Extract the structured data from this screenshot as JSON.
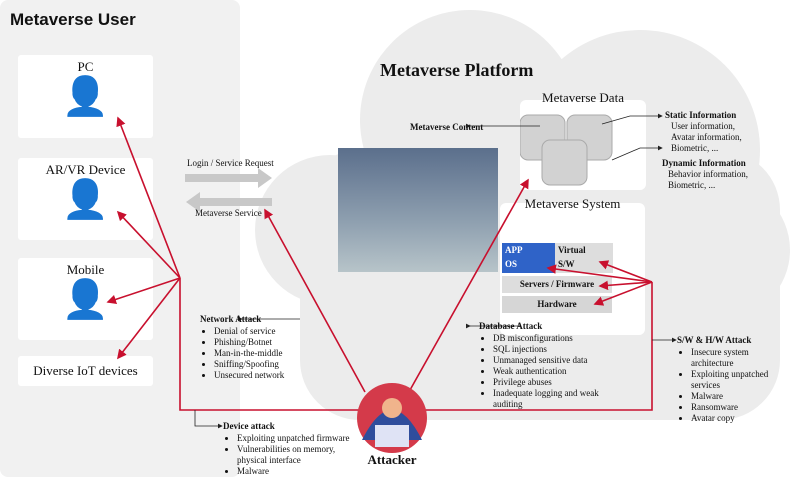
{
  "user": {
    "title": "Metaverse User",
    "devices": [
      "PC",
      "AR/VR Device",
      "Mobile",
      "Diverse IoT devices"
    ]
  },
  "platform": {
    "title": "Metaverse Platform",
    "data_title": "Metaverse Data",
    "content_label": "Metaverse Content",
    "static": {
      "title": "Static Information",
      "lines": [
        "User information,",
        "Avatar information,",
        "Biometric, ..."
      ]
    },
    "dynamic": {
      "title": "Dynamic Information",
      "lines": [
        "Behavior information,",
        "Biometric, ..."
      ]
    },
    "system_title": "Metaverse System",
    "layers": {
      "app": "APP",
      "os": "OS",
      "virtual": "Virtual",
      "sw": "S/W",
      "servers": "Servers / Firmware",
      "hardware": "Hardware"
    }
  },
  "flows": {
    "request": "Login / Service Request",
    "service": "Metaverse Service"
  },
  "attacker": "Attacker",
  "attacks": {
    "network": {
      "title": "Network Attack",
      "items": [
        "Denial of service",
        "Phishing/Botnet",
        "Man-in-the-middle",
        "Sniffing/Spoofing",
        "Unsecured network"
      ]
    },
    "database": {
      "title": "Database Attack",
      "items": [
        "DB misconfigurations",
        "SQL injections",
        "Unmanaged sensitive data",
        "Weak authentication",
        "Privilege abuses",
        "Inadequate logging and weak auditing"
      ]
    },
    "swhw": {
      "title": "S/W & H/W Attack",
      "items": [
        "Insecure system architecture",
        "Exploiting unpatched services",
        "Malware",
        "Ransomware",
        "Avatar copy"
      ]
    },
    "device": {
      "title": "Device attack",
      "items": [
        "Exploiting unpatched firmware",
        "Vulnerabilities on memory, physical interface",
        "Malware"
      ]
    }
  },
  "colors": {
    "attack_line": "#c8102e",
    "os_block": "#2f63c8",
    "cloud": "#ececec"
  }
}
